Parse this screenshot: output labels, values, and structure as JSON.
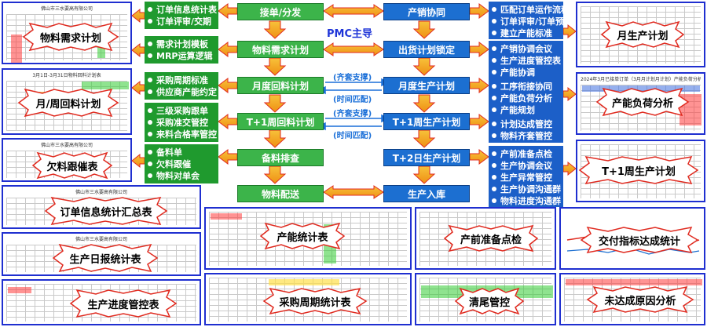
{
  "center": {
    "pmc_label": "PMC主导",
    "green_steps": [
      "接单/分发",
      "物料需求计划",
      "月度回料计划",
      "T+1周回料计划",
      "备料排查",
      "物料配送"
    ],
    "blue_steps": [
      "产销协同",
      "出货计划锁定",
      "月度生产计划",
      "T+1周生产计划",
      "T+2日生产计划",
      "生产入库"
    ],
    "sync_labels": [
      "(齐套支撑)",
      "(时间匹配)",
      "(齐套支撑)",
      "(时间匹配)"
    ]
  },
  "left_lists": [
    [
      "订单信息统计表",
      "订单评审/交期"
    ],
    [
      "需求计划模板",
      "MRP运算逻辑"
    ],
    [
      "采购周期标准",
      "供应商产能约定"
    ],
    [
      "三级采购跟单",
      "采购准交管控",
      "来料合格率管控"
    ],
    [
      "备料单",
      "欠料跟催",
      "物料对单会"
    ]
  ],
  "right_lists": [
    [
      "匹配订单运作流程",
      "订单评审/订单预测",
      "建立产能标准"
    ],
    [
      "产销协调会议",
      "生产进度管控表",
      "产能协调"
    ],
    [
      "工序衔接协同",
      "产能负荷分析",
      "产能规划"
    ],
    [
      "计划达成管控",
      "物料齐套管控"
    ],
    [
      "产前准备点检",
      "生产协调会议",
      "生产异常管控",
      "生产协调沟通群",
      "物料进度沟通群"
    ]
  ],
  "thumbs": {
    "material_plan": {
      "label": "物料需求计划",
      "header": "佛山市三水要高有限公司"
    },
    "month_week_return": {
      "label": "月/周回料计划",
      "header": "3月1日-3月31日物料回料计划表"
    },
    "shortage": {
      "label": "欠料跟催表",
      "header": "佛山市三水要高有限公司"
    },
    "order_summary": {
      "label": "订单信息统计汇总表",
      "header": "佛山市三水要高有限公司"
    },
    "daily_report": {
      "label": "生产日报统计表",
      "header": "佛山市三水要高有限公司"
    },
    "progress": {
      "label": "生产进度管控表",
      "header": ""
    },
    "monthly_plan": {
      "label": "月生产计划",
      "header": ""
    },
    "capacity": {
      "label": "产能负荷分析",
      "header": "2024年3月已接单订单（3月月计划月计划）产能负荷分析表"
    },
    "week_plan": {
      "label": "T+1周生产计划",
      "header": ""
    },
    "capacity_stats": {
      "label": "产能统计表",
      "header": ""
    },
    "pre_check": {
      "label": "产前准备点检",
      "header": ""
    },
    "delivery": {
      "label": "交付指标达成统计",
      "header": ""
    },
    "purchase_cycle": {
      "label": "采购周期统计表",
      "header": ""
    },
    "tail_control": {
      "label": "清尾管控",
      "header": ""
    },
    "unmet_reasons": {
      "label": "未达成原因分析",
      "header": ""
    }
  },
  "colors": {
    "green": "#3cb44a",
    "blue": "#1c6fd1",
    "arrow_orange": "#f2a71b",
    "arrow_red": "#e02a1f",
    "border_blue": "#1f2fd0"
  }
}
